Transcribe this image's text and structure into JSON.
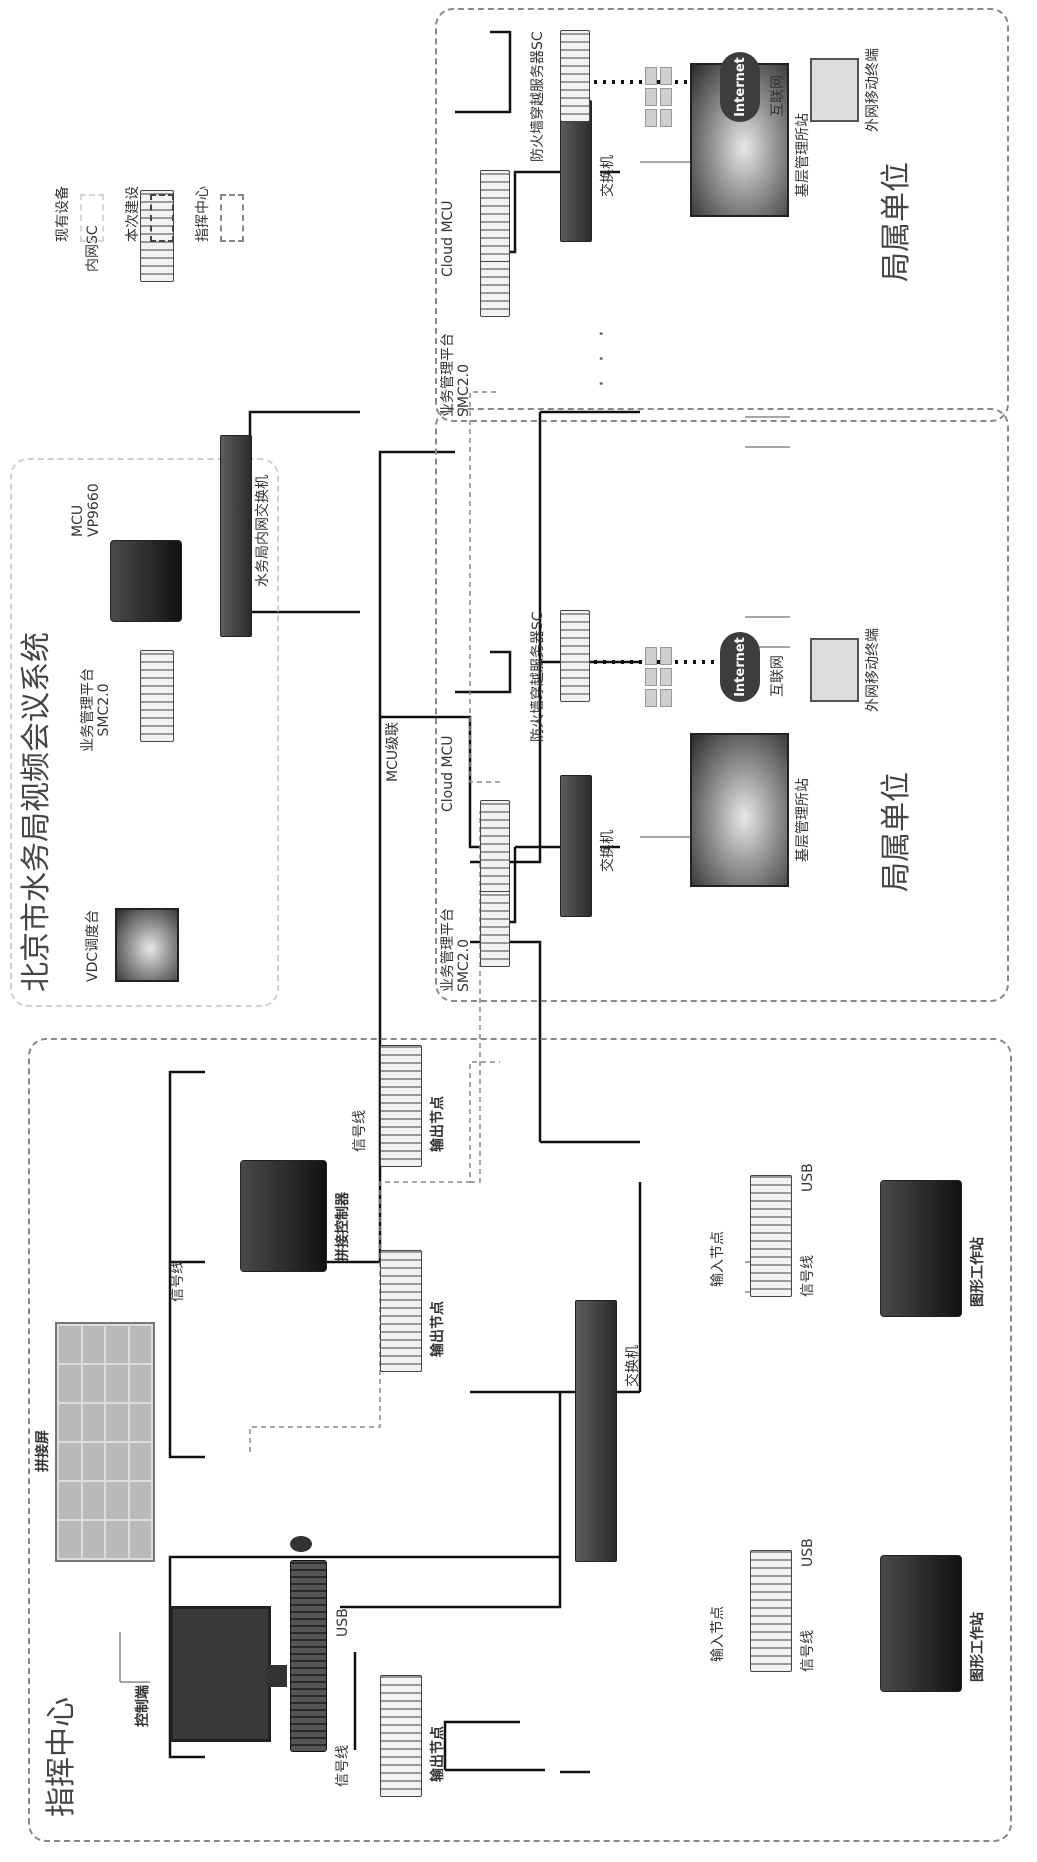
{
  "titles": {
    "command_center": "指挥中心",
    "video_system": "北京市水务局视频会议系统",
    "unit_top": "局属单位",
    "unit_bottom": "局属单位"
  },
  "legend": {
    "existing": "现有设备",
    "new_build": "本次建设",
    "command_center": "指挥中心"
  },
  "command_center": {
    "console": "控制端",
    "usb": "USB",
    "signal_line": "信号线",
    "output_node": "输出节点",
    "splicing_screen": "拼接屏",
    "splicing_controller": "拼接控制器",
    "switch": "交换机",
    "input_node": "输入节点",
    "graphics_workstation": "图形工作站"
  },
  "video_system": {
    "vdc": "VDC调度台",
    "smc_platform": "业务管理平台",
    "smc_version": "SMC2.0",
    "mcu": "MCU",
    "mcu_model": "VP9660",
    "intranet_switch": "水务局内网交换机",
    "intranet_sc": "内网SC",
    "mcu_cascade": "MCU级联"
  },
  "unit": {
    "smc_platform": "业务管理平台",
    "smc_version": "SMC2.0",
    "cloud_mcu": "Cloud MCU",
    "switch": "交换机",
    "grassroots_station": "基层管理所站",
    "firewall_sc": "防火墙穿越服务器SC",
    "internet": "Internet",
    "internet_cn": "互联网",
    "mobile_terminal": "外网移动终端"
  }
}
